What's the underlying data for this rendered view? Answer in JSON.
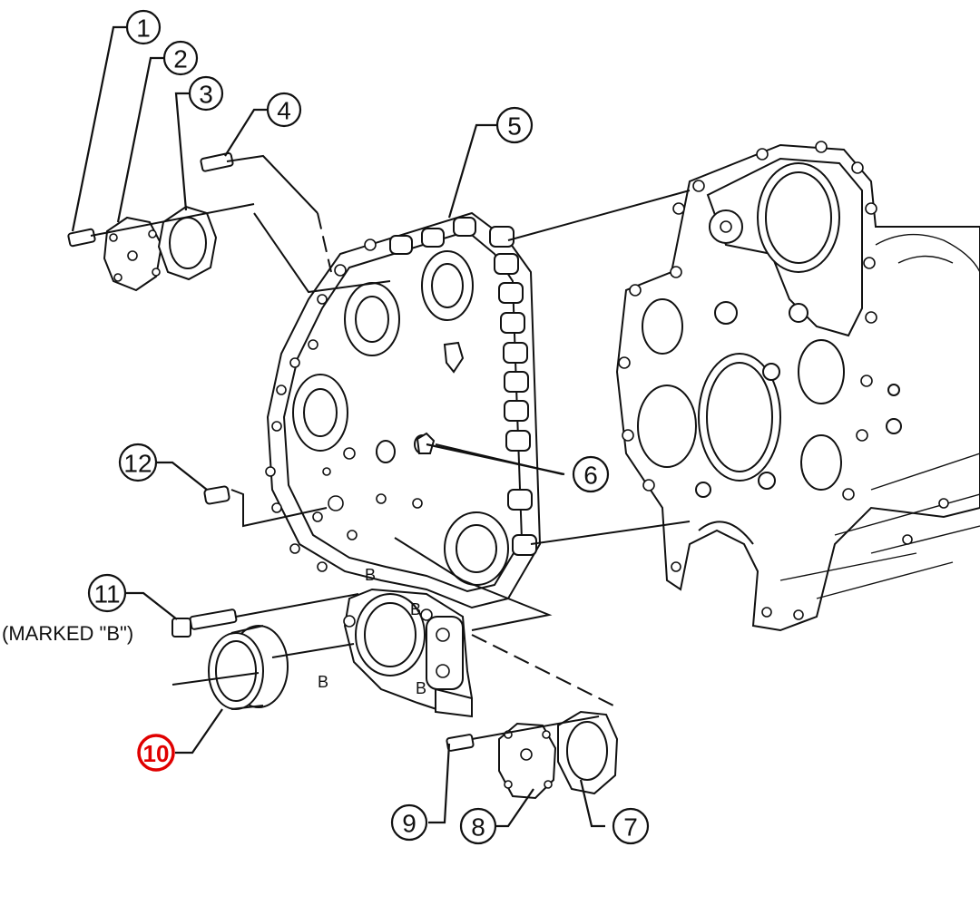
{
  "callouts": [
    {
      "number": "1",
      "highlighted": false
    },
    {
      "number": "2",
      "highlighted": false
    },
    {
      "number": "3",
      "highlighted": false
    },
    {
      "number": "4",
      "highlighted": false
    },
    {
      "number": "5",
      "highlighted": false
    },
    {
      "number": "6",
      "highlighted": false
    },
    {
      "number": "7",
      "highlighted": false
    },
    {
      "number": "8",
      "highlighted": false
    },
    {
      "number": "9",
      "highlighted": false
    },
    {
      "number": "10",
      "highlighted": true
    },
    {
      "number": "11",
      "highlighted": false
    },
    {
      "number": "12",
      "highlighted": false
    }
  ],
  "note_marked_b": "(MARKED \"B\")",
  "bolt_mark_letter": "B",
  "colors": {
    "highlight": "#e00000",
    "lines": "#111111",
    "background": "#ffffff"
  }
}
